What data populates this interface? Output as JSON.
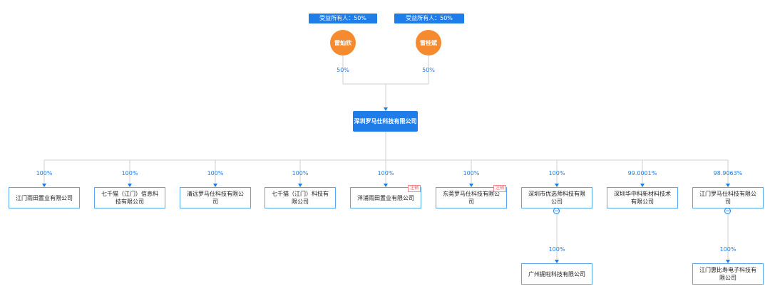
{
  "shareholders": [
    {
      "tag": "受益所有人：50%",
      "name": "雷灿欣",
      "pct": "50%"
    },
    {
      "tag": "受益所有人：50%",
      "name": "雷桂斌",
      "pct": "50%"
    }
  ],
  "company": {
    "name": "深圳罗马仕科技有限公司"
  },
  "subsidiaries": [
    {
      "name": "江门雨田置业有限公司",
      "pct": "100%"
    },
    {
      "name": "七千猫（江门）信息科技有限公司",
      "pct": "100%"
    },
    {
      "name": "清远罗马仕科技有限公司",
      "pct": "100%"
    },
    {
      "name": "七千猫（江门）科技有限公司",
      "pct": "100%"
    },
    {
      "name": "洋浦雨田置业有限公司",
      "pct": "100%",
      "badge": "注销"
    },
    {
      "name": "东莞罗马仕科技有限公司",
      "pct": "100%",
      "badge": "注销"
    },
    {
      "name": "深圳市优选师科技有限公司",
      "pct": "100%",
      "child": {
        "name": "广州掘啦科技有限公司",
        "pct": "100%"
      }
    },
    {
      "name": "深圳华中科新材料技术有限公司",
      "pct": "99.0001%"
    },
    {
      "name": "江门罗马仕科技有限公司",
      "pct": "98.9063%",
      "child": {
        "name": "江门惠比寿电子科技有限公司",
        "pct": "100%"
      }
    }
  ]
}
